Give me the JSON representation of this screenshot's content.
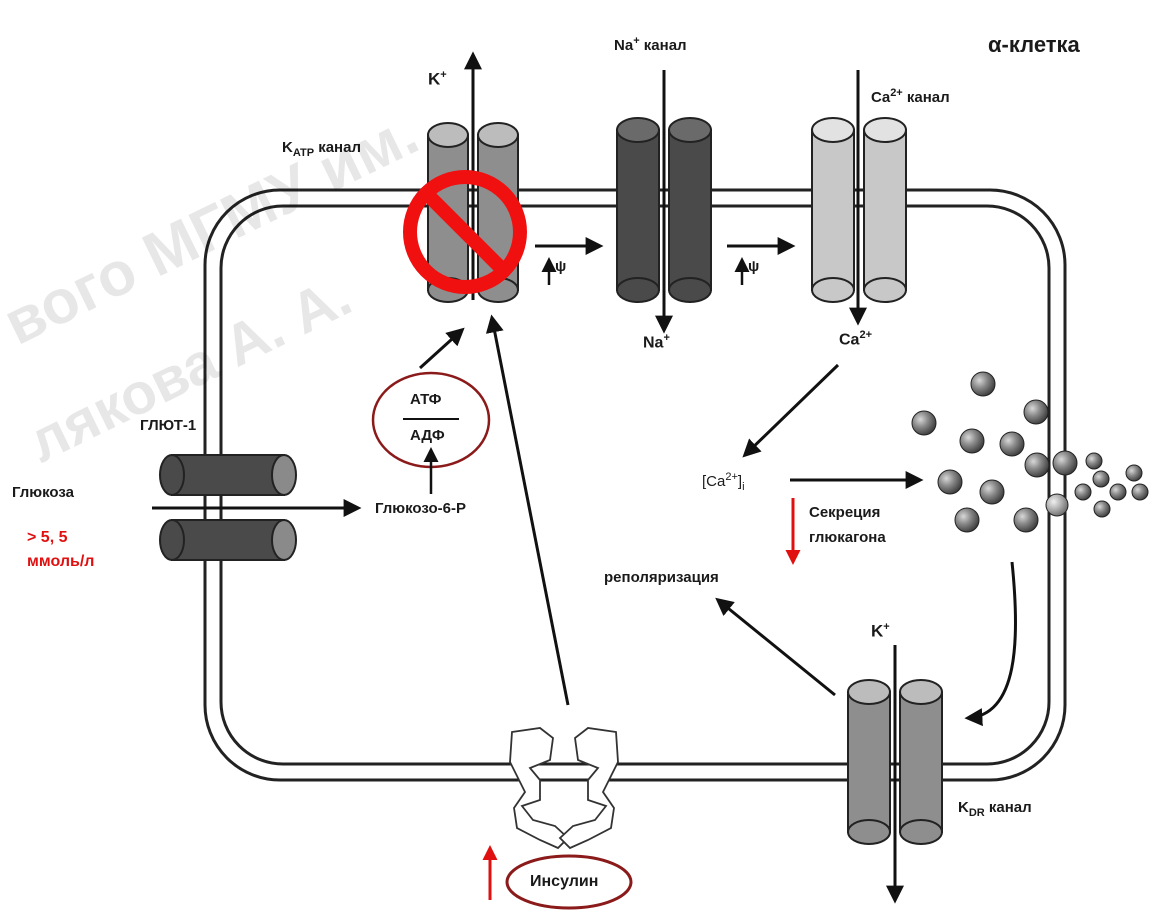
{
  "title": "α-клетка",
  "watermark": {
    "line1": "вого МГМУ им.",
    "line2": "лякова А. А."
  },
  "channels": {
    "k_atp": {
      "ion": "K",
      "ion_sup": "+",
      "label_main": "K",
      "label_sub": "ATP",
      "label_rest": " канал"
    },
    "na": {
      "label_ion": "Na",
      "label_sup": "+",
      "label_rest": " канал",
      "ion": "Na",
      "ion_sup": "+"
    },
    "ca": {
      "label_ion": "Ca",
      "label_sup": "2+",
      "label_rest": " канал",
      "ion": "Ca",
      "ion_sup": "2+"
    },
    "k_dr": {
      "ion": "K",
      "ion_sup": "+",
      "label_main": "K",
      "label_sub": "DR",
      "label_rest": " канал"
    }
  },
  "psi_symbol": "ψ",
  "glut": "ГЛЮТ-1",
  "glucose": {
    "label": "Глюкоза",
    "conc_line1": "> 5, 5",
    "conc_line2": "ммоль/л"
  },
  "g6p": "Глюкозо-6-Р",
  "atp": "АТФ",
  "adp": "АДФ",
  "ca_intracellular": {
    "pre": "[Ca",
    "sup": "2+",
    "post": "]",
    "sub": "i"
  },
  "secretion": {
    "line1": "Секреция",
    "line2": "глюкагона"
  },
  "repolarization": "реполяризация",
  "insulin": "Инсулин",
  "colors": {
    "red": "#e01010",
    "dark_red": "#8b1a1a",
    "dark_channel": "#4a4a4a",
    "mid_channel": "#8e8e8e",
    "light_channel": "#c8c8c8",
    "membrane": "#222222"
  }
}
